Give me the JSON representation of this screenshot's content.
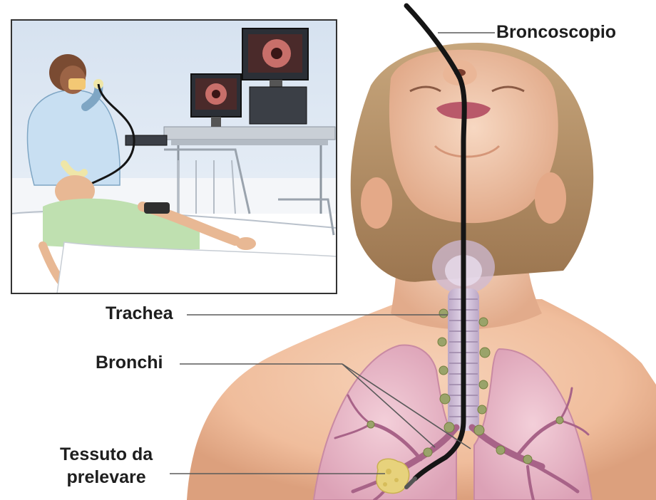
{
  "labels": {
    "bronchoscope": "Broncoscopio",
    "trachea": "Trachea",
    "bronchi": "Bronchi",
    "tissue_line1": "Tessuto da",
    "tissue_line2": "prelevare"
  },
  "colors": {
    "skin": "#f2c3a3",
    "skin_shadow": "#d99a78",
    "hair": "#b08a5e",
    "lung": "#e8b6c6",
    "lung_outline": "#c98aa3",
    "vessel": "#a86388",
    "lymph_node": "#9aa36a",
    "scope": "#151515",
    "label_text": "#1e1e1e",
    "leader_line": "#5a5a5a",
    "inset_border": "#333333",
    "inset_background": "#dde7f3",
    "biopsy_tissue": "#e7d27c"
  },
  "inset": {
    "description_icons": [
      "doctor-figure",
      "patient-figure",
      "bed",
      "monitor-icon",
      "monitor-icon"
    ]
  }
}
